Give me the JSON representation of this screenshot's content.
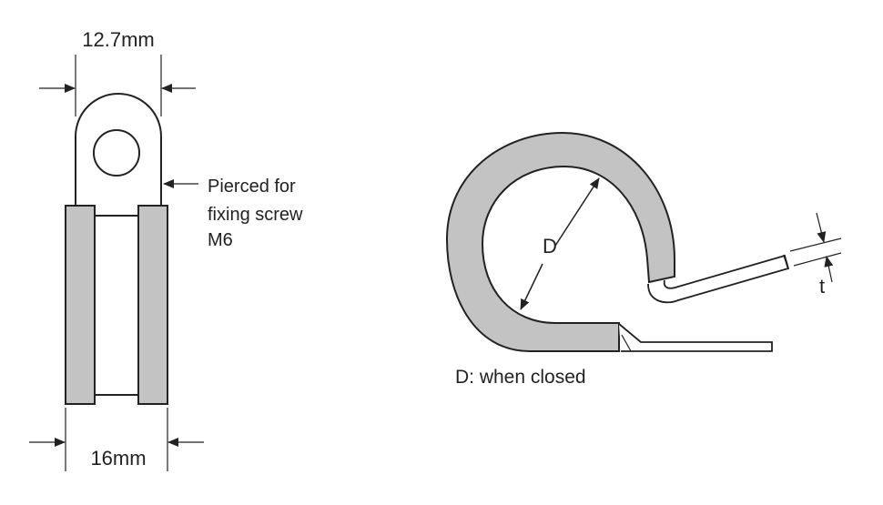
{
  "labels": {
    "top_width": "12.7mm",
    "bottom_width": "16mm",
    "pierced_line1": "Pierced for",
    "pierced_line2": "fixing screw",
    "pierced_line3": "M6",
    "diameter": "D",
    "diameter_note": "D: when closed",
    "thickness": "t"
  },
  "colors": {
    "ink": "#222222",
    "rubber": "#c3c3c3"
  }
}
